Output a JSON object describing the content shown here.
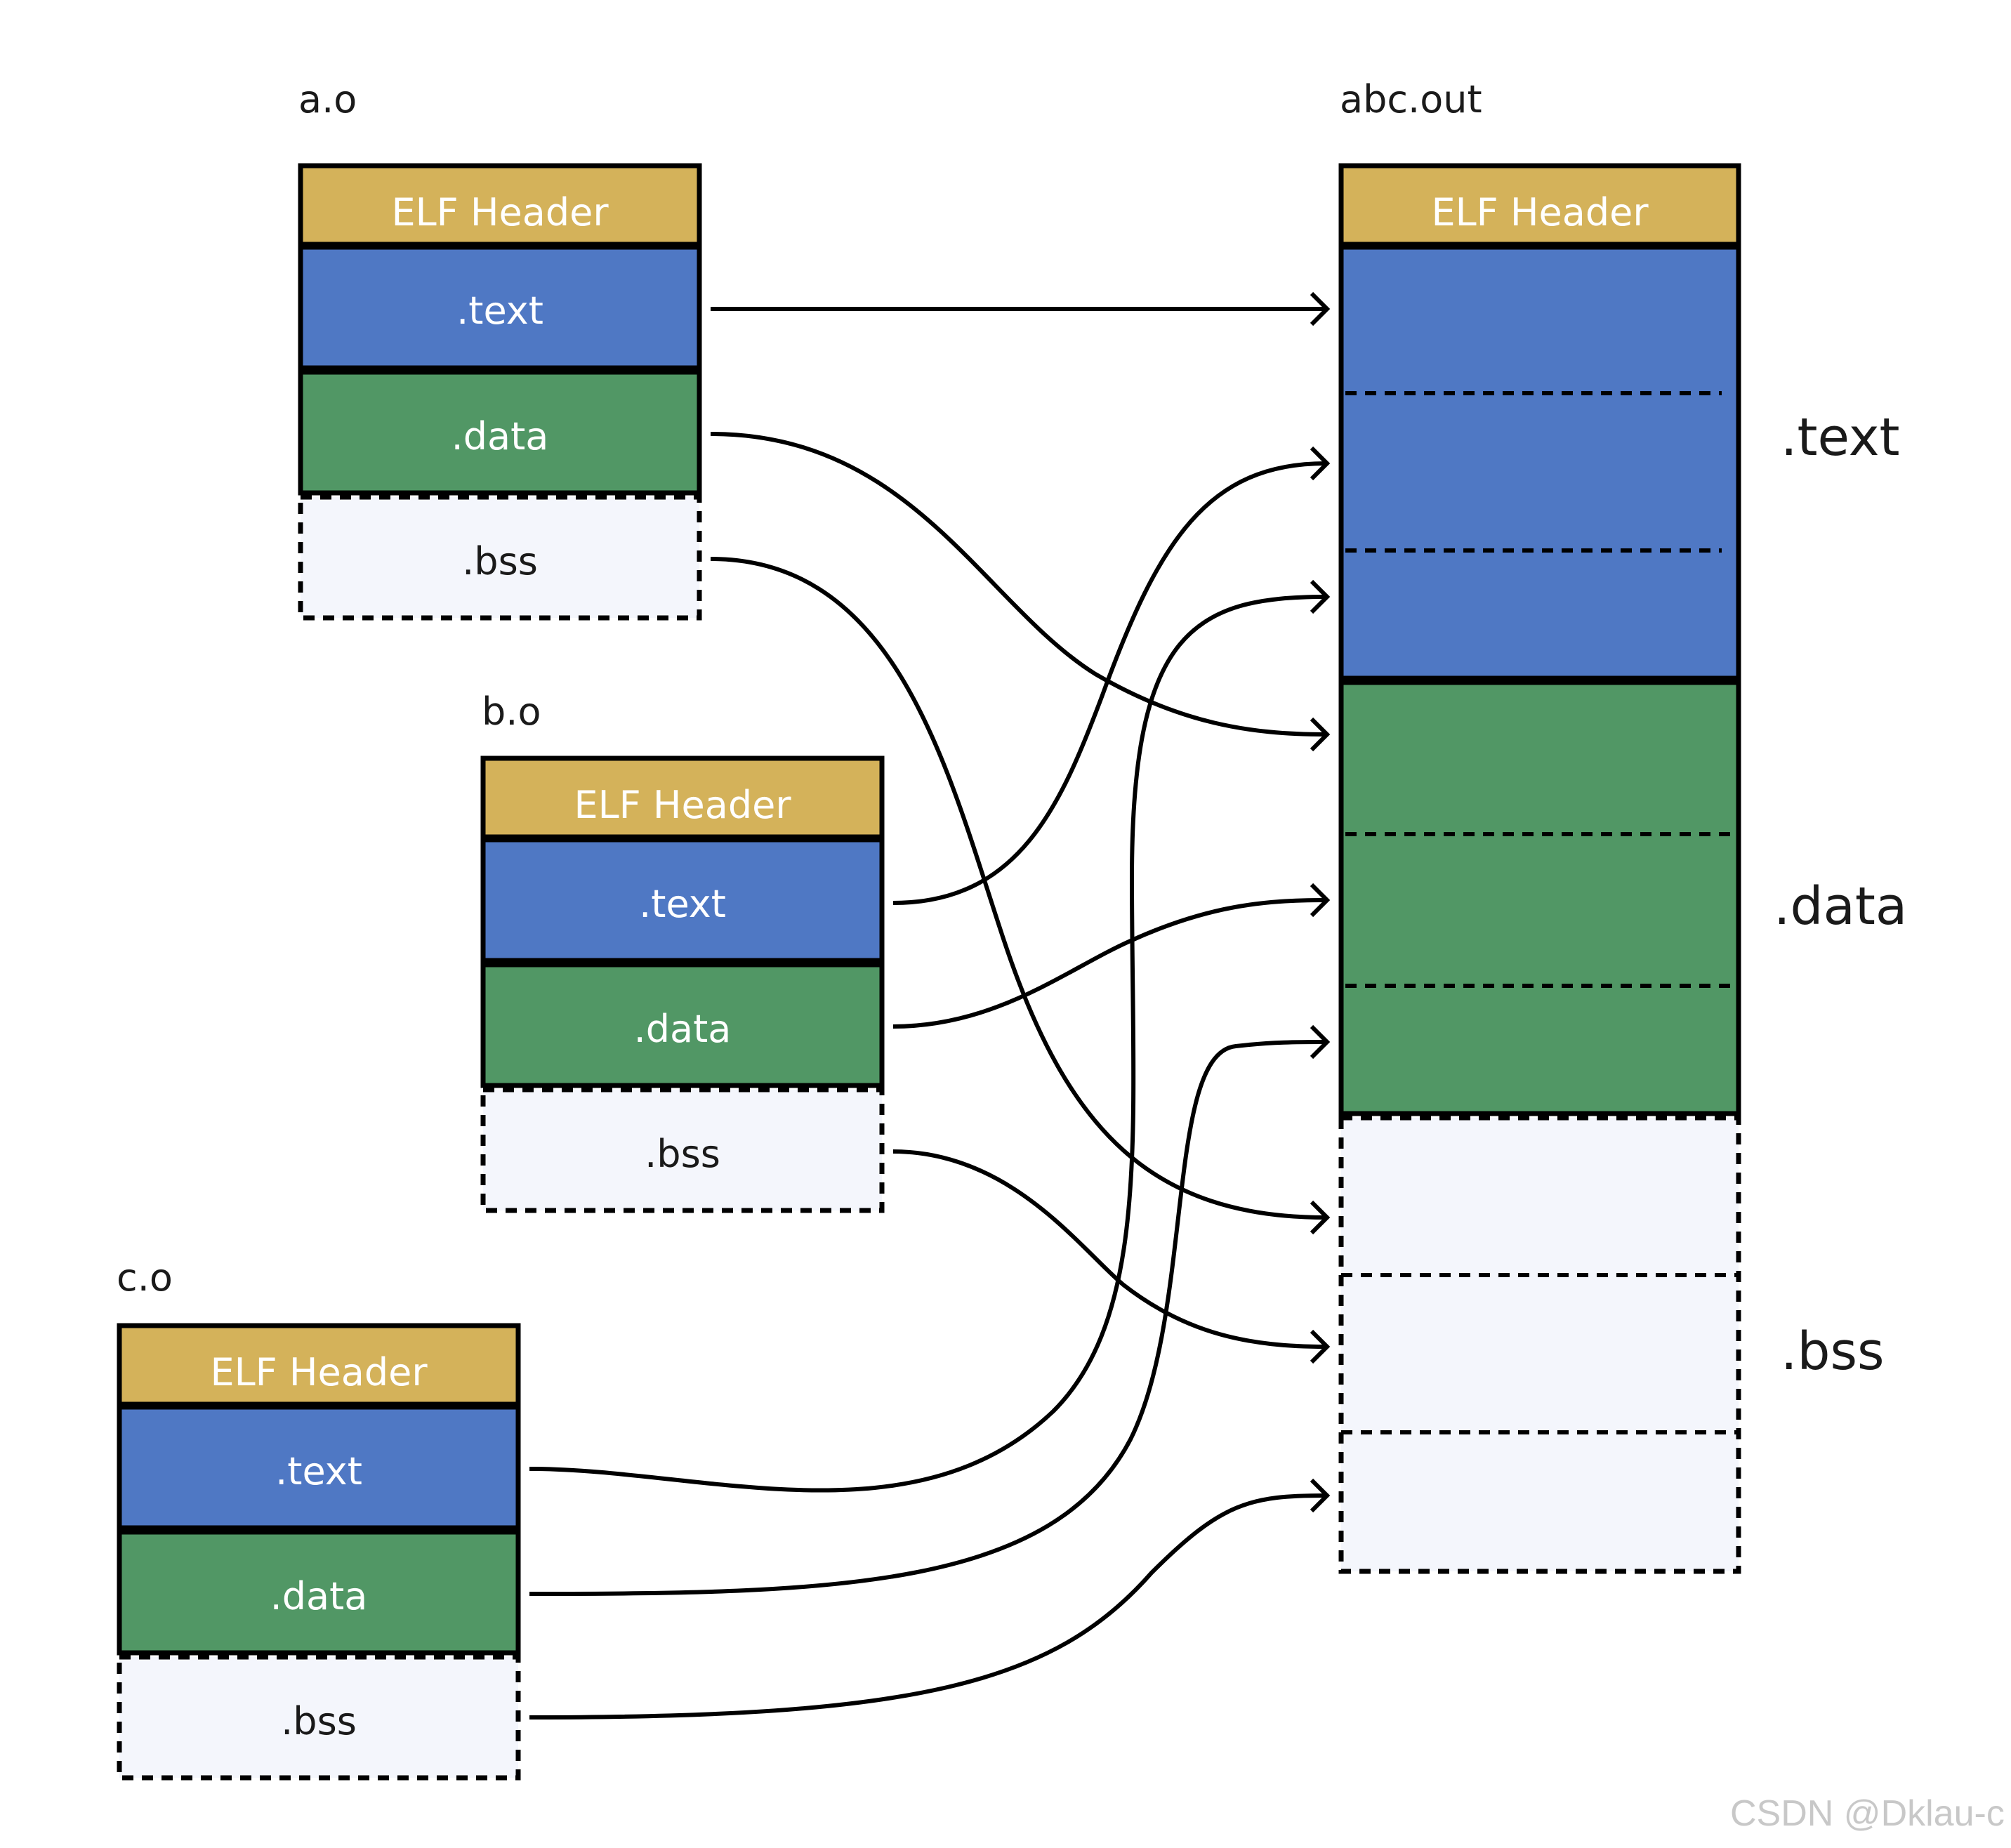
{
  "objects": [
    {
      "name": "a.o",
      "sections": {
        "header": "ELF Header",
        "text": ".text",
        "data": ".data",
        "bss": ".bss"
      }
    },
    {
      "name": "b.o",
      "sections": {
        "header": "ELF Header",
        "text": ".text",
        "data": ".data",
        "bss": ".bss"
      }
    },
    {
      "name": "c.o",
      "sections": {
        "header": "ELF Header",
        "text": ".text",
        "data": ".data",
        "bss": ".bss"
      }
    }
  ],
  "output": {
    "name": "abc.out",
    "header": "ELF Header",
    "side_labels": {
      "text": ".text",
      "data": ".data",
      "bss": ".bss"
    }
  },
  "watermark": "CSDN @Dklau-c",
  "colors": {
    "header": "#d4b25a",
    "text": "#4f78c4",
    "data": "#519765",
    "bss": "#f4f6fc",
    "stroke": "#000000"
  },
  "mappings": [
    {
      "from": "a.o .text",
      "to": "abc.out .text part 1"
    },
    {
      "from": "b.o .text",
      "to": "abc.out .text part 2"
    },
    {
      "from": "c.o .text",
      "to": "abc.out .text part 3"
    },
    {
      "from": "a.o .data",
      "to": "abc.out .data part 1"
    },
    {
      "from": "b.o .data",
      "to": "abc.out .data part 2"
    },
    {
      "from": "c.o .data",
      "to": "abc.out .data part 3"
    },
    {
      "from": "a.o .bss",
      "to": "abc.out .bss part 1"
    },
    {
      "from": "b.o .bss",
      "to": "abc.out .bss part 2"
    },
    {
      "from": "c.o .bss",
      "to": "abc.out .bss part 3"
    }
  ]
}
